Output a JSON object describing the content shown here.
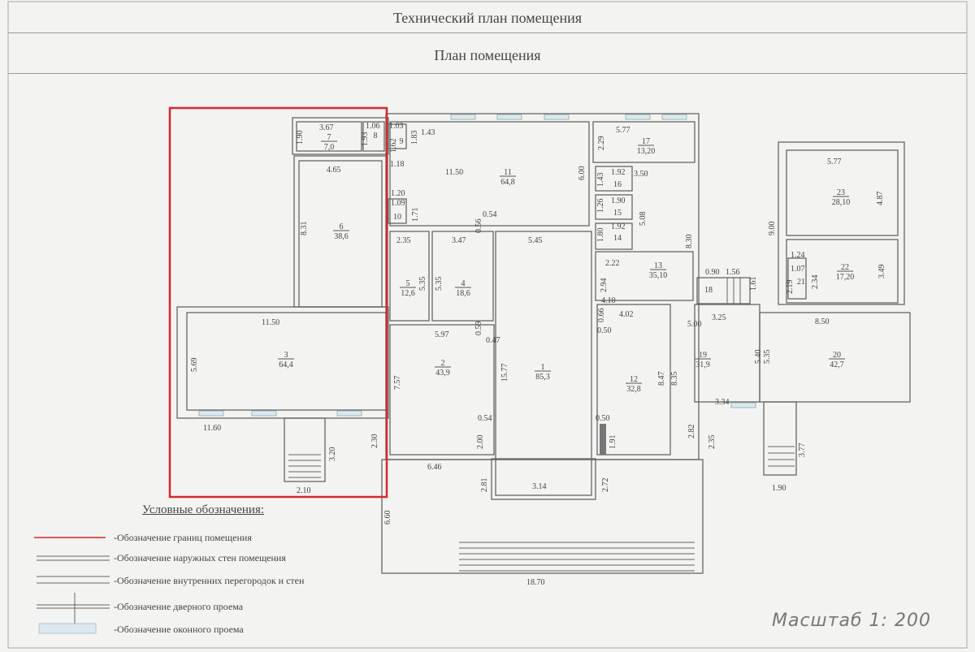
{
  "header": {
    "title": "Технический план помещения",
    "subtitle": "План помещения"
  },
  "colors": {
    "boundary": "#d42a2a",
    "wall": "#666666",
    "window": "#a9c7d8"
  },
  "rooms": [
    {
      "num": "7",
      "area": "7,0"
    },
    {
      "num": "8",
      "area": ""
    },
    {
      "num": "9",
      "area": ""
    },
    {
      "num": "10",
      "area": ""
    },
    {
      "num": "6",
      "area": "38,6"
    },
    {
      "num": "3",
      "area": "64,4"
    },
    {
      "num": "11",
      "area": "64,8"
    },
    {
      "num": "5",
      "area": "12,6"
    },
    {
      "num": "4",
      "area": "18,6"
    },
    {
      "num": "2",
      "area": "43,9"
    },
    {
      "num": "1",
      "area": "85,3"
    },
    {
      "num": "17",
      "area": "13,20"
    },
    {
      "num": "16",
      "area": ""
    },
    {
      "num": "15",
      "area": ""
    },
    {
      "num": "14",
      "area": ""
    },
    {
      "num": "13",
      "area": "35,10"
    },
    {
      "num": "12",
      "area": "32,8"
    },
    {
      "num": "19",
      "area": "31,9"
    },
    {
      "num": "20",
      "area": "42,7"
    },
    {
      "num": "23",
      "area": "28,10"
    },
    {
      "num": "22",
      "area": "17,20"
    },
    {
      "num": "21",
      "area": ""
    },
    {
      "num": "18",
      "area": ""
    }
  ],
  "dims": [
    "3.67",
    "1.90",
    "1.06",
    "1.93",
    "4.65",
    "8.31",
    "11.50",
    "5.69",
    "11.60",
    "3.20",
    "2.30",
    "2.10",
    "1.03",
    "1.62",
    "1.83",
    "1.43",
    "1.18",
    "11.50",
    "6.00",
    "1.20",
    "1.09",
    "1.71",
    "0.54",
    "0.56",
    "2.35",
    "3.47",
    "5.45",
    "5.35",
    "5.35",
    "5.97",
    "0.59",
    "0.47",
    "7.57",
    "15.77",
    "0.54",
    "2.00",
    "6.46",
    "2.81",
    "3.14",
    "2.72",
    "0.50",
    "1.91",
    "6.60",
    "18.70",
    "5.77",
    "2.29",
    "3.50",
    "1.43",
    "1.92",
    "1.26",
    "1.90",
    "5.08",
    "1.80",
    "1.92",
    "8.30",
    "2.22",
    "2.94",
    "4.10",
    "0.66",
    "4.02",
    "0.50",
    "8.47",
    "8.35",
    "2.82",
    "2.35",
    "5.00",
    "3.25",
    "0.90",
    "1.56",
    "1.61",
    "9.00",
    "5.77",
    "4.87",
    "1.24",
    "1.07",
    "2.19",
    "2.34",
    "3.49",
    "8.50",
    "5.40",
    "5.35",
    "3.34",
    "3.77",
    "1.90"
  ],
  "legend": {
    "title": "Условные обозначения:",
    "items": [
      "-Обозначение границ помещения",
      "-Обозначение наружных стен помещения",
      "-Обозначение внутренних перегородок и стен",
      "-Обозначение дверного проема",
      "-Обозначение оконного проема"
    ]
  },
  "scale": "Масштаб 1: 200"
}
